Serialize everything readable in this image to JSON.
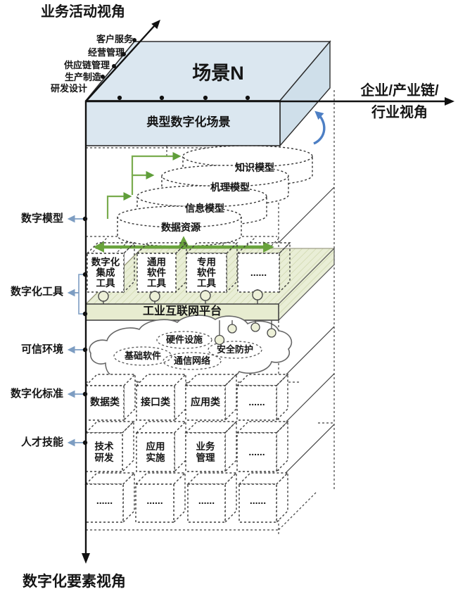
{
  "axes": {
    "business": "业务活动视角",
    "business_items": [
      "客户服务",
      "经营管理",
      "供应链管理",
      "生产制造",
      "研发设计"
    ],
    "enterprise_1": "企业/产业链/",
    "enterprise_2": "行业视角",
    "element": "数字化要素视角"
  },
  "scenario": {
    "top_label": "场景N",
    "front_label": "典型数字化场景"
  },
  "models": {
    "label": "数字模型",
    "cylinders": [
      "知识模型",
      "机理模型",
      "信息模型",
      "数据资源"
    ]
  },
  "tools": {
    "label": "数字化工具",
    "items": [
      "数字化\n集成\n工具",
      "通用\n软件\n工具",
      "专用\n软件\n工具",
      "......"
    ],
    "platform": "工业互联网平台"
  },
  "trusted": {
    "label": "可信环境",
    "items": [
      "硬件设施",
      "基础软件",
      "通信网络",
      "安全防护"
    ]
  },
  "standards": {
    "label": "数字化标准",
    "items": [
      "数据类",
      "接口类",
      "应用类",
      "......"
    ]
  },
  "talent": {
    "label": "人才技能",
    "items": [
      "技术\n研发",
      "应用\n实施",
      "业务\n管理",
      "......"
    ]
  },
  "more": {
    "items": [
      "......",
      "......",
      "......",
      "......"
    ]
  },
  "colors": {
    "slab_blue": "#dbe7f0",
    "platform_green": "#e7ecd0",
    "flow_green": "#69a33c",
    "curve_blue": "#4d7fc4",
    "label_arrow_blue": "#7d9dc2"
  }
}
